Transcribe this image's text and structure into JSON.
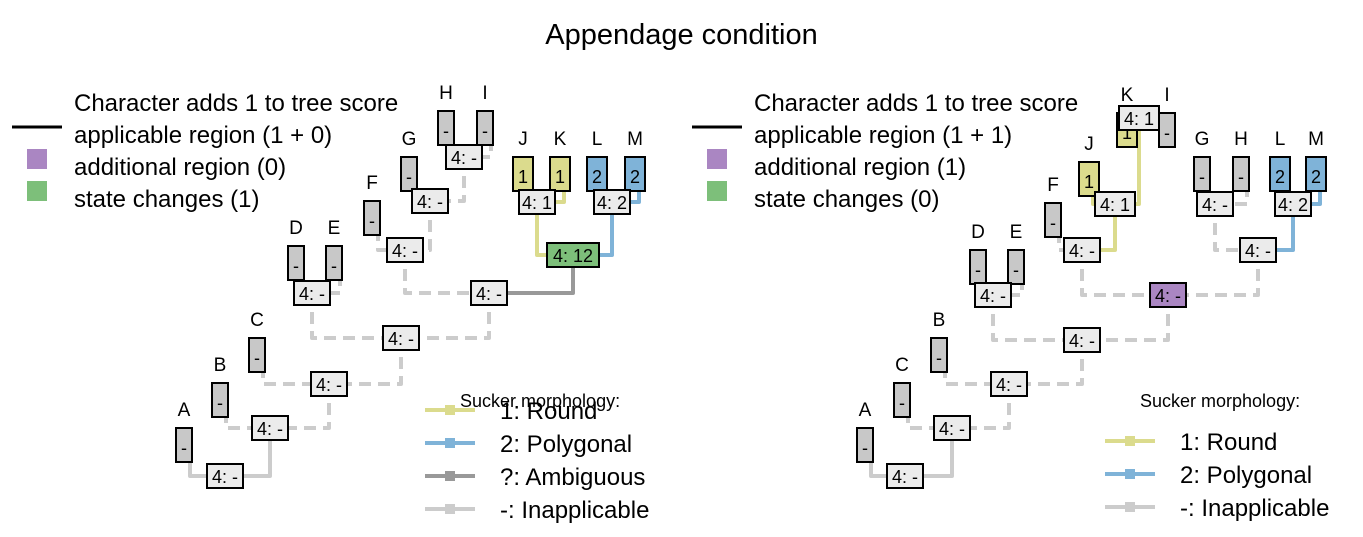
{
  "title": "Appendage condition",
  "colors": {
    "applicable": "#000000",
    "additional_region": "#AA86C2",
    "state_change": "#7DBF7A",
    "state_1": "#DBDB8D",
    "state_2": "#7FB3D8",
    "ambiguous": "#999999",
    "inapplicable": "#CCCCCC",
    "tip_inapplicable_fill": "#C8C8C8",
    "node_fill": "#EBEBEB"
  },
  "panels": [
    {
      "id": "left",
      "legend": {
        "header": "Character adds 1 to tree score",
        "items": [
          {
            "symbol": "line",
            "label": "applicable region (1 + 0)"
          },
          {
            "symbol": "purple-square",
            "label": "additional region (0)"
          },
          {
            "symbol": "green-square",
            "label": "state changes (1)"
          }
        ]
      },
      "tips": [
        {
          "name": "A",
          "state": "-"
        },
        {
          "name": "B",
          "state": "-"
        },
        {
          "name": "C",
          "state": "-"
        },
        {
          "name": "D",
          "state": "-"
        },
        {
          "name": "E",
          "state": "-"
        },
        {
          "name": "F",
          "state": "-"
        },
        {
          "name": "G",
          "state": "-"
        },
        {
          "name": "H",
          "state": "-"
        },
        {
          "name": "I",
          "state": "-"
        },
        {
          "name": "J",
          "state": "1"
        },
        {
          "name": "K",
          "state": "1"
        },
        {
          "name": "L",
          "state": "2"
        },
        {
          "name": "M",
          "state": "2"
        }
      ],
      "nodes": [
        {
          "label": "4: -",
          "highlight": "none"
        },
        {
          "label": "4: -",
          "highlight": "none"
        },
        {
          "label": "4: -",
          "highlight": "none"
        },
        {
          "label": "4: -",
          "highlight": "none"
        },
        {
          "label": "4: -",
          "highlight": "none"
        },
        {
          "label": "4: -",
          "highlight": "none"
        },
        {
          "label": "4: -",
          "highlight": "none"
        },
        {
          "label": "4: -",
          "highlight": "none"
        },
        {
          "label": "4: 1",
          "highlight": "none"
        },
        {
          "label": "4: 2",
          "highlight": "none"
        },
        {
          "label": "4: 12",
          "highlight": "state-change"
        },
        {
          "label": "4: -",
          "highlight": "none"
        }
      ],
      "key": {
        "title": "Sucker morphology:",
        "items": [
          {
            "state": "1",
            "label": "1: Round"
          },
          {
            "state": "2",
            "label": "2: Polygonal"
          },
          {
            "state": "?",
            "label": "?: Ambiguous"
          },
          {
            "state": "-",
            "label": "-: Inapplicable"
          }
        ]
      }
    },
    {
      "id": "right",
      "legend": {
        "header": "Character adds 1 to tree score",
        "items": [
          {
            "symbol": "line",
            "label": "applicable region (1 + 1)"
          },
          {
            "symbol": "purple-square",
            "label": "additional region (1)"
          },
          {
            "symbol": "green-square",
            "label": "state changes (0)"
          }
        ]
      },
      "tips": [
        {
          "name": "A",
          "state": "-"
        },
        {
          "name": "C",
          "state": "-"
        },
        {
          "name": "B",
          "state": "-"
        },
        {
          "name": "D",
          "state": "-"
        },
        {
          "name": "E",
          "state": "-"
        },
        {
          "name": "F",
          "state": "-"
        },
        {
          "name": "J",
          "state": "1"
        },
        {
          "name": "K",
          "state": "1"
        },
        {
          "name": "I",
          "state": "-"
        },
        {
          "name": "G",
          "state": "-"
        },
        {
          "name": "H",
          "state": "-"
        },
        {
          "name": "L",
          "state": "2"
        },
        {
          "name": "M",
          "state": "2"
        }
      ],
      "nodes": [
        {
          "label": "4: -",
          "highlight": "none"
        },
        {
          "label": "4: -",
          "highlight": "none"
        },
        {
          "label": "4: -",
          "highlight": "none"
        },
        {
          "label": "4: -",
          "highlight": "none"
        },
        {
          "label": "4: -",
          "highlight": "none"
        },
        {
          "label": "4: 1",
          "highlight": "none"
        },
        {
          "label": "4: 1",
          "highlight": "none"
        },
        {
          "label": "4: -",
          "highlight": "none"
        },
        {
          "label": "4: -",
          "highlight": "none"
        },
        {
          "label": "4: 2",
          "highlight": "none"
        },
        {
          "label": "4: -",
          "highlight": "none"
        },
        {
          "label": "4: -",
          "highlight": "additional-region"
        }
      ],
      "key": {
        "title": "Sucker morphology:",
        "items": [
          {
            "state": "1",
            "label": "1: Round"
          },
          {
            "state": "2",
            "label": "2: Polygonal"
          },
          {
            "state": "-",
            "label": "-: Inapplicable"
          }
        ]
      }
    }
  ]
}
